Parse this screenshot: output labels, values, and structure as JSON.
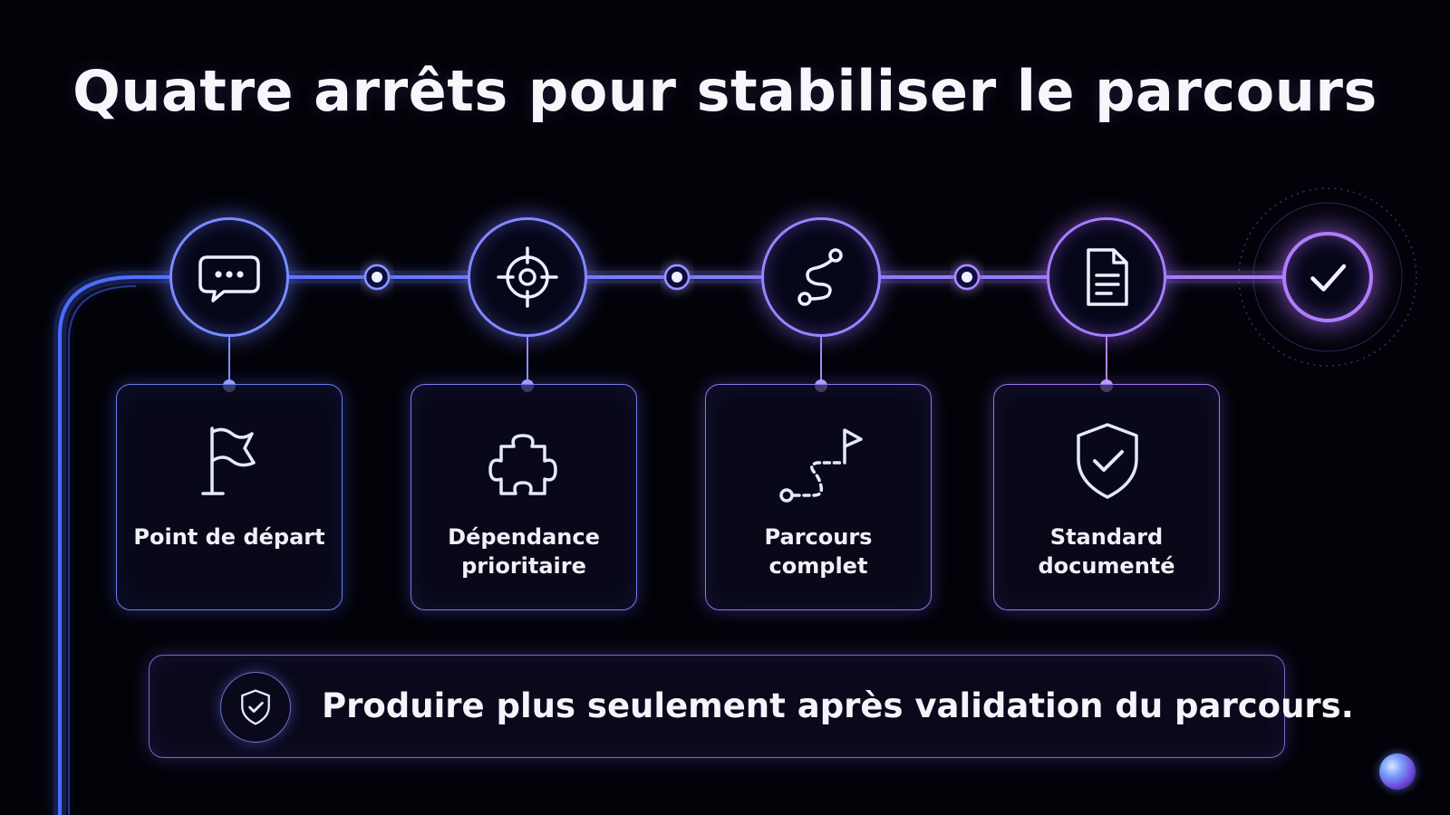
{
  "title": "Quatre arrêts pour stabiliser le parcours",
  "colors": {
    "background": "#020208",
    "blue_accent": "#6f86ff",
    "violet_accent": "#a77cff",
    "text": "#f2f2fa"
  },
  "steps": [
    {
      "node_icon": "chat-bubble-icon",
      "card_icon": "flag-icon",
      "label_lines": [
        "Point de départ"
      ],
      "color": "#6e86ff"
    },
    {
      "node_icon": "target-icon",
      "card_icon": "puzzle-piece-icon",
      "label_lines": [
        "Dépendance",
        "prioritaire"
      ],
      "color": "#7b82ff"
    },
    {
      "node_icon": "route-icon",
      "card_icon": "route-flag-icon",
      "label_lines": [
        "Parcours",
        "complet"
      ],
      "color": "#947cff"
    },
    {
      "node_icon": "document-icon",
      "card_icon": "shield-check-icon",
      "label_lines": [
        "Standard",
        "documenté"
      ],
      "color": "#a379ff"
    }
  ],
  "final_node": {
    "icon": "checkmark-icon",
    "color": "#ad78ff"
  },
  "note": {
    "icon": "shield-check-icon",
    "text": "Produire plus seulement après validation du parcours."
  }
}
